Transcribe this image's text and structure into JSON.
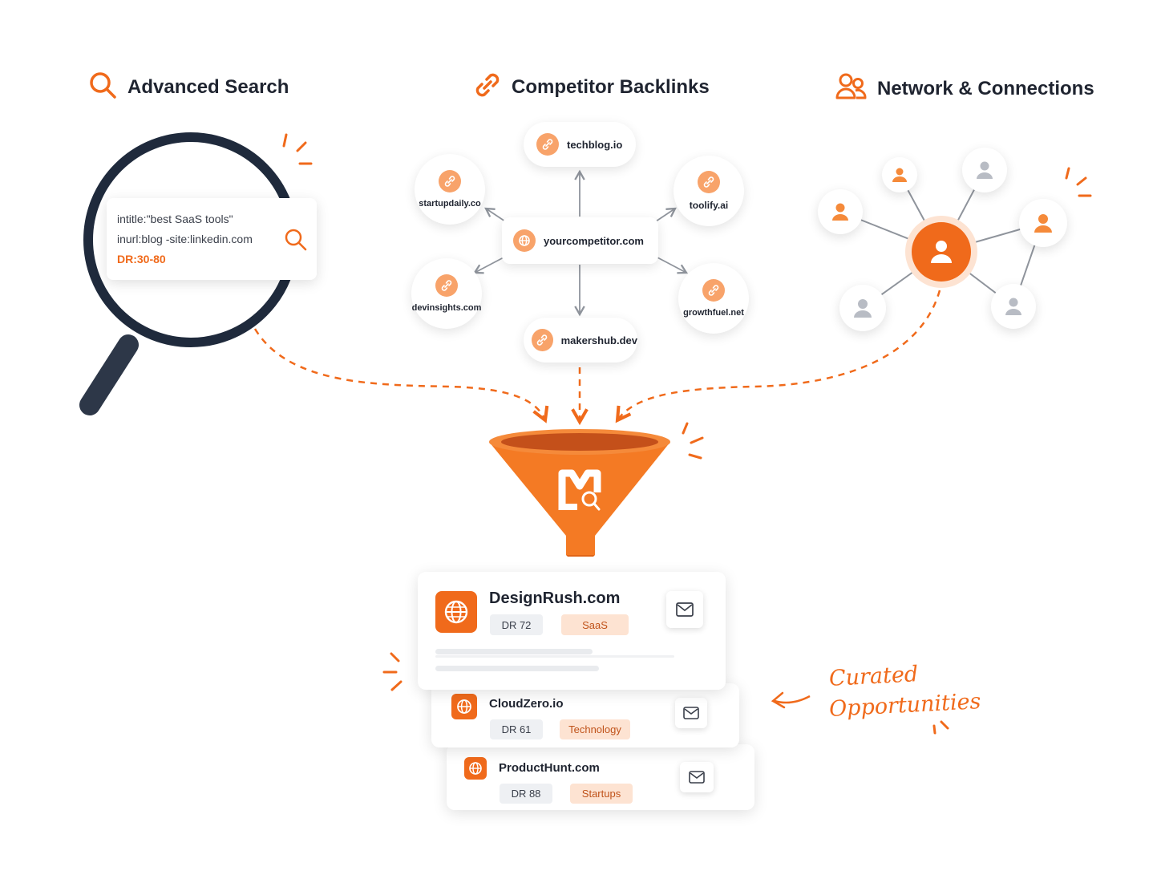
{
  "colors": {
    "accent": "#f06a1b",
    "accent_light": "#f8a36a",
    "dark": "#1f2430",
    "gray_person": "#b8bcc4"
  },
  "sections": {
    "search": {
      "title": "Advanced Search",
      "icon": "search-icon"
    },
    "backlinks": {
      "title": "Competitor Backlinks",
      "icon": "link-icon"
    },
    "network": {
      "title": "Network & Connections",
      "icon": "users-icon"
    }
  },
  "search_query": {
    "line1": "intitle:\"best SaaS tools\"",
    "line2": "inurl:blog -site:linkedin.com",
    "line3": "DR:30-80"
  },
  "backlinks": {
    "center": "yourcompetitor.com",
    "nodes": [
      "techblog.io",
      "startupdaily.co",
      "toolify.ai",
      "devinsights.com",
      "growthfuel.net",
      "makershub.dev"
    ]
  },
  "results": [
    {
      "name": "DesignRush.com",
      "dr": "DR 72",
      "category": "SaaS"
    },
    {
      "name": "CloudZero.io",
      "dr": "DR 61",
      "category": "Technology"
    },
    {
      "name": "ProductHunt.com",
      "dr": "DR 88",
      "category": "Startups"
    }
  ],
  "annotation": {
    "line1": "Curated",
    "line2": "Opportunities"
  }
}
